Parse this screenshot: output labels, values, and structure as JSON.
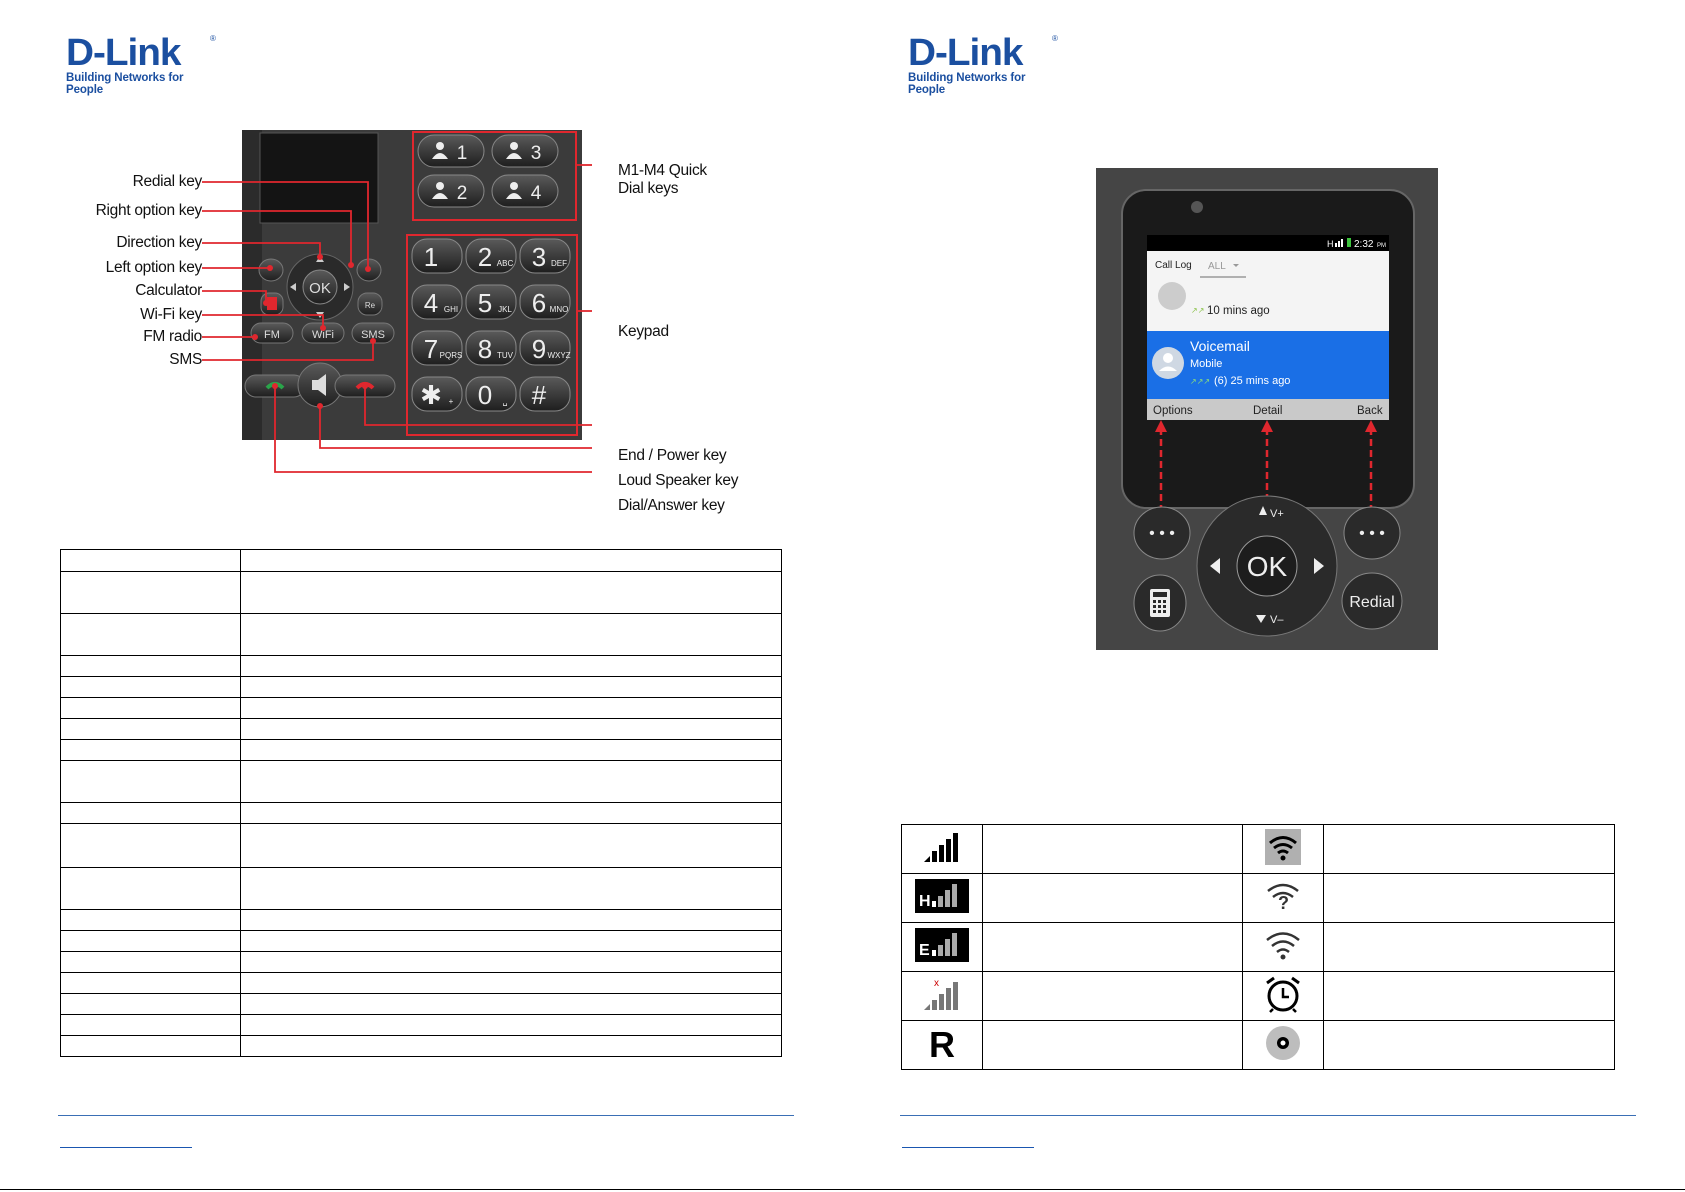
{
  "brand": {
    "name": "D-Link",
    "tagline": "Building Networks for People",
    "reg_mark": "®"
  },
  "diagram": {
    "callouts_left": [
      "Redial key",
      "Right option key",
      "Direction key",
      "Left option key",
      "Calculator",
      "Wi-Fi key",
      "FM radio",
      "SMS"
    ],
    "callouts_right": [
      "M1-M4 Quick",
      "Dial keys",
      "Keypad",
      "End / Power key",
      "Loud Speaker key",
      "Dial/Answer key"
    ],
    "quick_dial_keys": [
      "1",
      "3",
      "2",
      "4"
    ],
    "keypad": [
      {
        "digit": "1",
        "letters": ""
      },
      {
        "digit": "2",
        "letters": "ABC"
      },
      {
        "digit": "3",
        "letters": "DEF"
      },
      {
        "digit": "4",
        "letters": "GHI"
      },
      {
        "digit": "5",
        "letters": "JKL"
      },
      {
        "digit": "6",
        "letters": "MNO"
      },
      {
        "digit": "7",
        "letters": "PQRS"
      },
      {
        "digit": "8",
        "letters": "TUV"
      },
      {
        "digit": "9",
        "letters": "WXYZ"
      },
      {
        "digit": "✱",
        "letters": "+"
      },
      {
        "digit": "0",
        "letters": "␣"
      },
      {
        "digit": "#",
        "letters": ""
      }
    ],
    "nav_ok": "OK",
    "fm_key": "FM",
    "wifi_key": "WiFi",
    "sms_key": "SMS",
    "redial_small": "Re"
  },
  "phone_screen": {
    "status_network": "H",
    "status_time": "2:32",
    "status_ampm": "PM",
    "tab_label": "Call Log",
    "filter_value": "ALL",
    "entry1_time": "10 mins ago",
    "entry2_name": "Voicemail",
    "entry2_type": "Mobile",
    "entry2_time": "(6) 25 mins ago",
    "softkey_left": "Options",
    "softkey_center": "Detail",
    "softkey_right": "Back",
    "nav_ok": "OK",
    "vol_up": "V+",
    "vol_down": "V–",
    "redial_key": "Redial"
  },
  "status_icons": {
    "left": [
      "signal-strength-icon",
      "signal-h-icon",
      "signal-e-icon",
      "signal-roaming-x-icon",
      "roaming-r-icon"
    ],
    "right": [
      "wifi-connected-icon",
      "wifi-unknown-icon",
      "wifi-available-icon",
      "alarm-clock-icon",
      "fm-disc-icon"
    ],
    "roaming_letter": "R",
    "h_letter": "H",
    "e_letter": "E",
    "x_letter": "x"
  },
  "colors": {
    "brand_blue": "#1b4fa0",
    "callout_red": "#e0272e",
    "screen_highlight": "#1a6fe6",
    "rule_blue": "#3a6fb5"
  }
}
